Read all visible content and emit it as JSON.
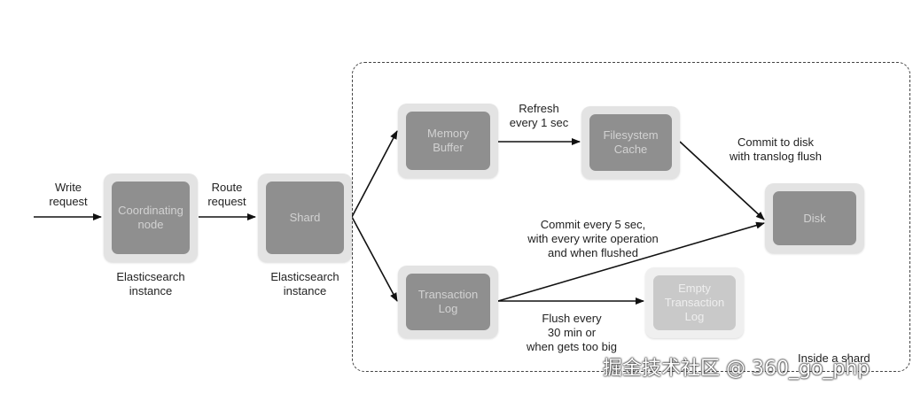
{
  "container": {
    "label": "Inside a shard"
  },
  "nodes": {
    "coordinating": {
      "label": "Coordinating\nnode",
      "caption": "Elasticsearch\ninstance"
    },
    "shard": {
      "label": "Shard",
      "caption": "Elasticsearch\ninstance"
    },
    "memory_buffer": {
      "label": "Memory\nBuffer"
    },
    "filesystem_cache": {
      "label": "Filesystem\nCache"
    },
    "disk": {
      "label": "Disk"
    },
    "transaction_log": {
      "label": "Transaction\nLog"
    },
    "empty_transaction_log": {
      "label": "Empty\nTransaction\nLog"
    }
  },
  "edges": {
    "write_request": "Write\nrequest",
    "route_request": "Route\nrequest",
    "refresh": "Refresh\nevery 1 sec",
    "commit_translog": "Commit to disk\nwith translog flush",
    "commit_every": "Commit every 5 sec,\nwith every write operation\nand when flushed",
    "flush_every": "Flush every\n30 min or\nwhen gets too big"
  },
  "watermark": "掘金技术社区 @ 360_go_php",
  "colors": {
    "node_outer": "#e3e3e3",
    "node_inner": "#8f8f8f",
    "arrow": "#111111"
  }
}
